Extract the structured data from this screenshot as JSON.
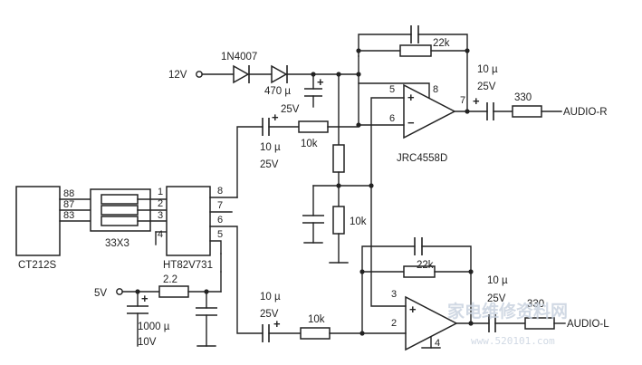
{
  "labels": {
    "v12": "12V",
    "v5": "5V",
    "diode": "1N4007",
    "cap_470_v": "470 µ",
    "cap_470_u": "25V",
    "r_top_fb": "22k",
    "cap_out_r_v": "10 µ",
    "cap_out_r_u": "25V",
    "r_out_r": "330",
    "out_r": "AUDIO-R",
    "cap_in_r_v": "10 µ",
    "cap_in_r_u": "25V",
    "r_in_r": "10k",
    "opamp": "JRC4558D",
    "r_bias": "10k",
    "ic_left": "CT212S",
    "pin88": "88",
    "pin87": "87",
    "pin83": "83",
    "rnet": "33X3",
    "ic_mid": "HT82V731",
    "p1": "1",
    "p2": "2",
    "p3": "3",
    "p4": "4",
    "p5": "5",
    "p6": "6",
    "p7": "7",
    "p8": "8",
    "op_p5": "5",
    "op_p6": "6",
    "op_p7": "7",
    "op_p8": "8",
    "r_22": "2.2",
    "cap_1000_v": "1000 µ",
    "cap_1000_u": "10V",
    "r_bot_fb": "22k",
    "cap_in_l_v": "10 µ",
    "cap_in_l_u": "25V",
    "r_in_l": "10k",
    "cap_out_l_v": "10 µ",
    "cap_out_l_u": "25V",
    "r_out_l": "330",
    "out_l": "AUDIO-L",
    "op_p2": "2",
    "op_p3": "3",
    "op_p4": "4",
    "plus1": "+",
    "plus2": "+",
    "plus3": "+",
    "plus4": "+",
    "plus5": "+",
    "plus6": "+",
    "minus1": "−",
    "watermark": "家电维修资料网",
    "watermark_url": "www.520101.com"
  }
}
